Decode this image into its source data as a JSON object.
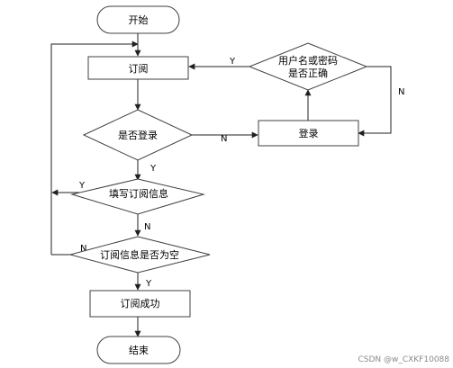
{
  "nodes": {
    "start": "开始",
    "subscribe": "订阅",
    "is_logged_in": "是否登录",
    "login": "登录",
    "credentials_line1": "用户名或密码",
    "credentials_line2": "是否正确",
    "fill_info": "填写订阅信息",
    "info_empty": "订阅信息是否为空",
    "success": "订阅成功",
    "end": "结束"
  },
  "edges": {
    "yes": "Y",
    "no": "N"
  },
  "watermark": "CSDN @w_CXKF10088"
}
